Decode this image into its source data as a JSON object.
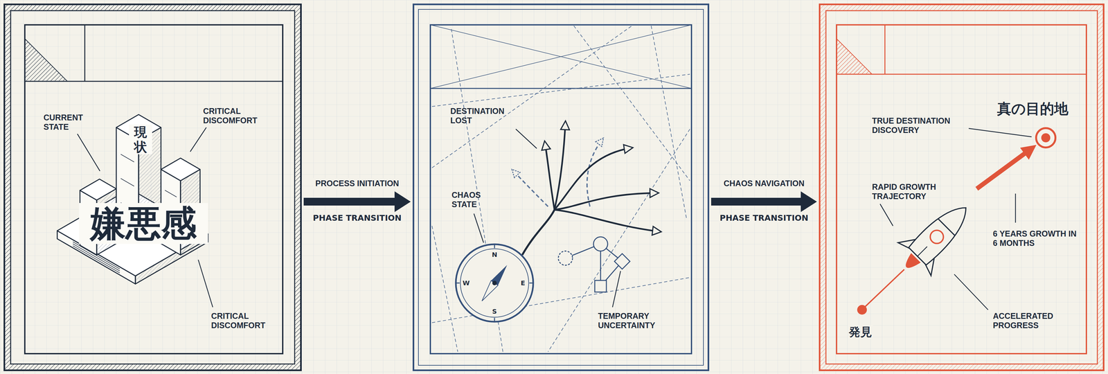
{
  "diagram": {
    "nodes": [
      {
        "text": [
          "CURRENT STATE",
          "CRITICAL DISCOMFORT",
          "CRITICAL DISCOMFORT"
        ]
      },
      {
        "text": [
          "現状",
          "嫌悪感"
        ],
        "in": 0
      },
      {
        "text": [
          "DESTINATION LOST",
          "CHAOS STATE",
          "TEMPORARY UNCERTAINTY"
        ]
      },
      {
        "text": [
          "TRUE DESTINATION DISCOVERY",
          "RAPID GROWTH TRAJECTORY",
          "6 YEARS GROWTH IN 6 MONTHS",
          "ACCELERATED PROGRESS"
        ]
      }
    ],
    "edges": [
      {
        "from": 0,
        "to": 2,
        "arrow": "to",
        "label": "PROCESS INITIATION"
      },
      {
        "from": 2,
        "to": 3,
        "arrow": "to",
        "label": "CHAOS NAVIGATION"
      }
    ],
    "labels": [
      "PHASE TRANSITION",
      "PHASE TRANSITION",
      "真の目的地",
      "発見",
      "N",
      "W",
      "E",
      "S"
    ]
  }
}
